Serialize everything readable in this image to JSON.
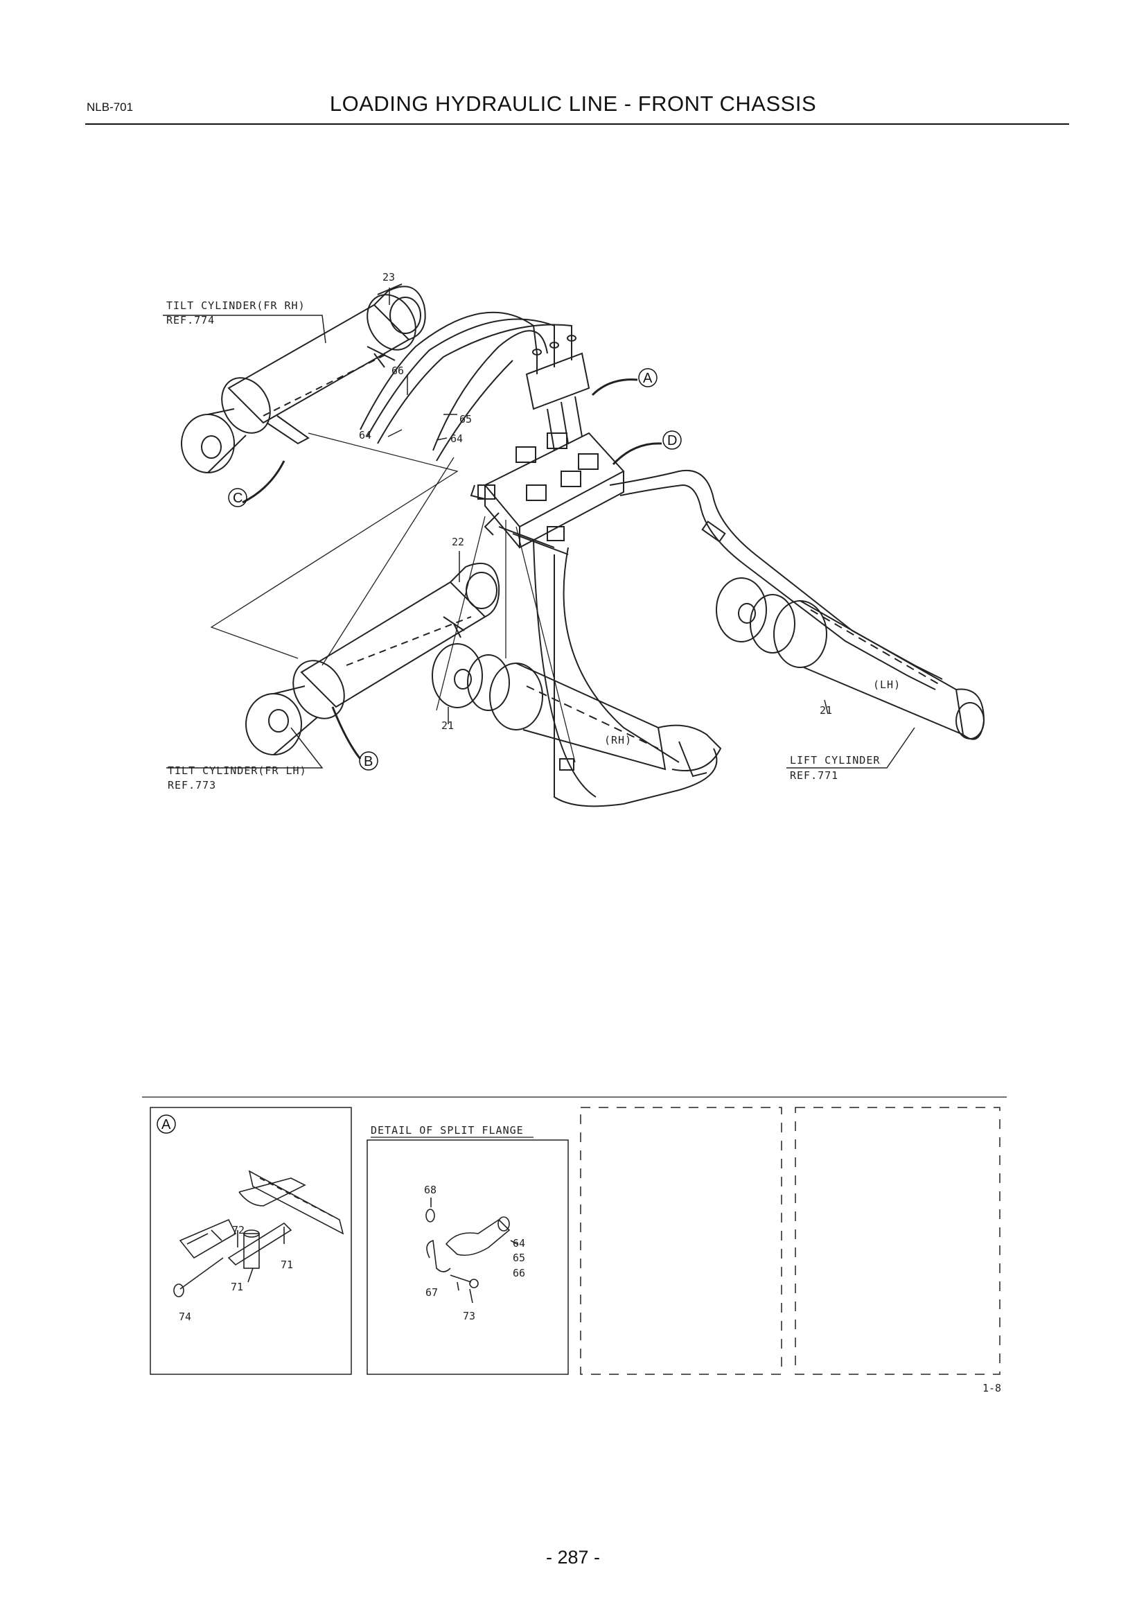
{
  "header": {
    "code": "NLB-701",
    "title": "LOADING HYDRAULIC LINE - FRONT CHASSIS"
  },
  "diagram": {
    "tilt_rh_label": "TILT CYLINDER(FR RH)",
    "tilt_rh_ref": "REF.774",
    "tilt_lh_label": "TILT CYLINDER(FR LH)",
    "tilt_lh_ref": "REF.773",
    "lift_label": "LIFT CYLINDER",
    "lift_ref": "REF.771",
    "side_lh": "(LH)",
    "side_rh": "(RH)",
    "callouts": {
      "p23": "23",
      "p22": "22",
      "p21a": "21",
      "p21b": "21",
      "p66": "66",
      "p65": "65",
      "p64a": "64",
      "p64b": "64",
      "A": "A",
      "B": "B",
      "C": "C",
      "D": "D"
    }
  },
  "details": {
    "panel_a_marker": "A",
    "panel_a_parts": {
      "p72": "72",
      "p71a": "71",
      "p71b": "71",
      "p74": "74"
    },
    "split_flange_title": "DETAIL OF SPLIT FLANGE",
    "split_flange_parts": {
      "p68": "68",
      "p64": "64",
      "p65": "65",
      "p66": "66",
      "p67": "67",
      "p73": "73"
    },
    "sheet_code": "1-8"
  },
  "footer": {
    "page_number": "- 287 -"
  }
}
